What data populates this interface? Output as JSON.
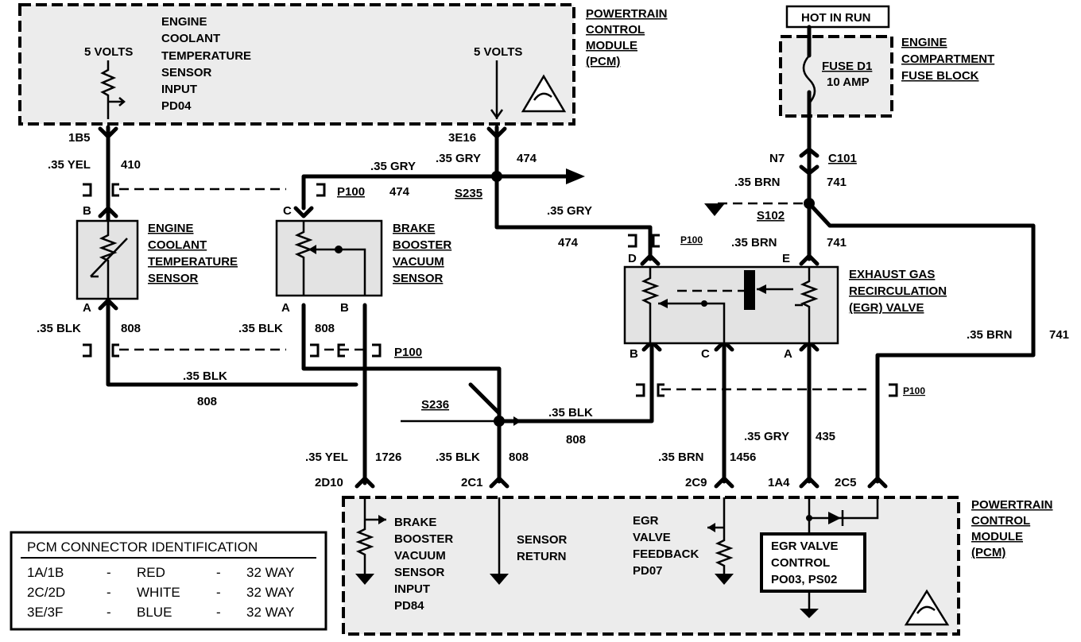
{
  "pcm_top": {
    "label": [
      "POWERTRAIN",
      "CONTROL",
      "MODULE",
      "(PCM)"
    ],
    "ect_input": [
      "ENGINE",
      "COOLANT",
      "TEMPERATURE",
      "SENSOR",
      "INPUT",
      "PD04"
    ],
    "volts_left": "5 VOLTS",
    "volts_right": "5 VOLTS"
  },
  "hot_in_run": "HOT IN RUN",
  "fuse": {
    "name": "FUSE D1",
    "rating": "10 AMP",
    "block": [
      "ENGINE",
      "COMPARTMENT",
      "FUSE BLOCK"
    ]
  },
  "pins": {
    "p1b5": "1B5",
    "p3e16": "3E16",
    "n7": "N7",
    "c101": "C101",
    "p2d10": "2D10",
    "p2c1": "2C1",
    "p2c9": "2C9",
    "p1a4": "1A4",
    "p2c5": "2C5"
  },
  "wires": {
    "yel_410": ".35 YEL",
    "n410": "410",
    "gry_3e16": ".35 GRY",
    "n474a": "474",
    "gry_branch": ".35 GRY",
    "n474b": "474",
    "gry_egr": ".35 GRY",
    "n474c": "474",
    "brn_741a": ".35 BRN",
    "n741a": "741",
    "brn_741b": ".35 BRN",
    "n741b": "741",
    "brn_741c": ".35 BRN",
    "n741c": "741",
    "blk_ect": ".35 BLK",
    "n808a": "808",
    "blk_bbv": ".35 BLK",
    "n808b": "808",
    "blk_mid": ".35 BLK",
    "n808c": "808",
    "blk_s236": ".35 BLK",
    "n808d": "808",
    "blk_pcm": ".35 BLK",
    "n808e": "808",
    "yel_1726": ".35 YEL",
    "n1726": "1726",
    "brn_1456": ".35 BRN",
    "n1456": "1456",
    "gry_435": ".35 GRY",
    "n435": "435"
  },
  "splices": {
    "s235": "S235",
    "s102": "S102",
    "s236": "S236"
  },
  "connectors": {
    "p100a": "P100",
    "p100b": "P100",
    "p100c": "P100",
    "p100d": "P100"
  },
  "ect_sensor": {
    "label": [
      "ENGINE",
      "COOLANT",
      "TEMPERATURE",
      "SENSOR"
    ],
    "pin_b": "B",
    "pin_a": "A"
  },
  "bbv_sensor": {
    "label": [
      "BRAKE",
      "BOOSTER",
      "VACUUM",
      "SENSOR"
    ],
    "pin_c": "C",
    "pin_a": "A",
    "pin_b": "B"
  },
  "egr_valve": {
    "label": [
      "EXHAUST GAS",
      "RECIRCULATION",
      "(EGR) VALVE"
    ],
    "pin_d": "D",
    "pin_e": "E",
    "pin_b": "B",
    "pin_c": "C",
    "pin_a": "A"
  },
  "pcm_bottom": {
    "label": [
      "POWERTRAIN",
      "CONTROL",
      "MODULE",
      "(PCM)"
    ],
    "bbv_input": [
      "BRAKE",
      "BOOSTER",
      "VACUUM",
      "SENSOR",
      "INPUT",
      "PD84"
    ],
    "sensor_return": [
      "SENSOR",
      "RETURN"
    ],
    "egr_feedback": [
      "EGR",
      "VALVE",
      "FEEDBACK",
      "PD07"
    ],
    "egr_control": [
      "EGR VALVE",
      "CONTROL",
      "PO03, PS02"
    ]
  },
  "pcm_table": {
    "title": "PCM CONNECTOR IDENTIFICATION",
    "rows": [
      {
        "conn": "1A/1B",
        "sep1": "-",
        "color": "RED",
        "sep2": "-",
        "ways": "32 WAY"
      },
      {
        "conn": "2C/2D",
        "sep1": "-",
        "color": "WHITE",
        "sep2": "-",
        "ways": "32 WAY"
      },
      {
        "conn": "3E/3F",
        "sep1": "-",
        "color": "BLUE",
        "sep2": "-",
        "ways": "32 WAY"
      }
    ]
  }
}
